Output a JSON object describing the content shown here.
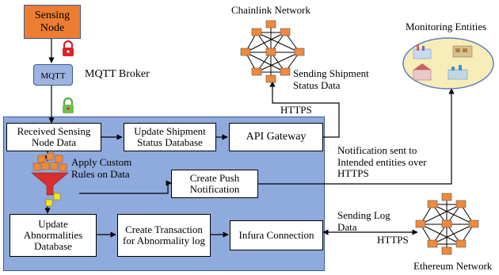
{
  "sensing_node": "Sensing Node",
  "mqtt_label": "MQTT",
  "mqtt_broker": "MQTT Broker",
  "chainlink_network": "Chainlink Network",
  "monitoring_entities": "Monitoring Entities",
  "sending_shipment_status": "Sending Shipment Status Data",
  "https_top": "HTTPS",
  "received_sensing": "Received Sensing Node Data",
  "update_shipment": "Update Shipment Status Database",
  "api_gateway": "API Gateway",
  "apply_rules": "Apply Custom Rules on Data",
  "create_push": "Create Push Notification",
  "notification_sent": "Notification sent to Intended entities over HTTPS",
  "update_abnormalities": "Update Abnormalities Database",
  "create_transaction": "Create Transaction for Abnormality log",
  "infura": "Infura Connection",
  "sending_log": "Sending Log Data",
  "https_bottom": "HTTPS",
  "ethereum_network": "Ethereum Network",
  "colors": {
    "sensing_fill": "#ED7D31",
    "panel_fill": "#8FAADC",
    "mqtt_fill": "#9DB4E0",
    "lock_red": "#E0202A",
    "lock_green": "#4CAF3A",
    "funnel_red": "#D92F2F",
    "square_orange": "#F08A3C",
    "square_yellow": "#F5E61A",
    "cloud_fill": "#F6EDB8",
    "cloud_border": "#5B7FBF"
  },
  "icons": [
    "lock-icon",
    "unlock-icon",
    "funnel-icon",
    "chainlink-network-icon",
    "ethereum-network-icon",
    "cloud-icon"
  ]
}
